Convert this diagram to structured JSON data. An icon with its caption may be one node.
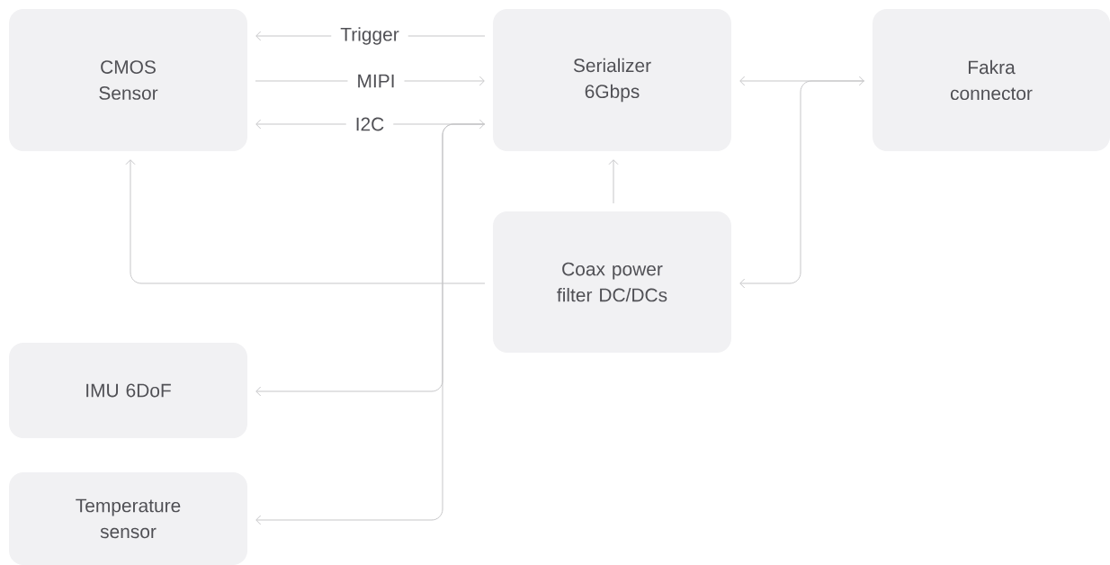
{
  "diagram": {
    "nodes": [
      {
        "text": [
          "CMOS Sensor"
        ]
      },
      {
        "text": [
          "Serializer 6Gbps"
        ]
      },
      {
        "text": [
          "Fakra connector"
        ]
      },
      {
        "text": [
          "Coax power filter DC/DCs"
        ]
      },
      {
        "text": [
          "IMU 6DoF"
        ]
      },
      {
        "text": [
          "Temperature sensor"
        ]
      }
    ],
    "edges": [
      {
        "from": 1,
        "to": 0,
        "arrow": "to",
        "label": "Trigger"
      },
      {
        "from": 0,
        "to": 1,
        "arrow": "to",
        "label": "MIPI"
      },
      {
        "from": 0,
        "to": 1,
        "arrow": "both",
        "label": "I2C"
      },
      {
        "from": 1,
        "to": 4,
        "arrow": "to"
      },
      {
        "from": 1,
        "to": 5,
        "arrow": "to"
      },
      {
        "from": 1,
        "to": 2,
        "arrow": "both"
      },
      {
        "from": 2,
        "to": 3,
        "arrow": "to"
      },
      {
        "from": 3,
        "to": 1,
        "arrow": "to"
      },
      {
        "from": 3,
        "to": 0,
        "arrow": "to"
      }
    ]
  }
}
